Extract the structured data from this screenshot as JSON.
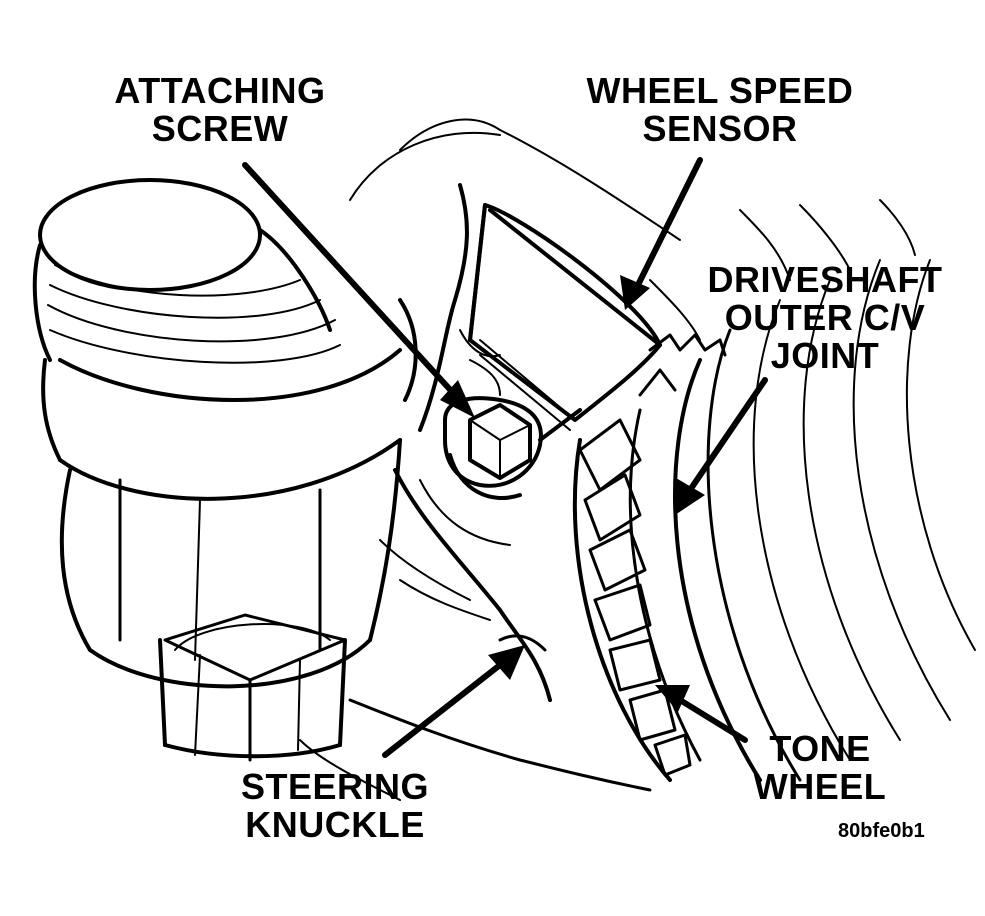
{
  "labels": {
    "attaching_screw": [
      "ATTACHING",
      "SCREW"
    ],
    "wheel_speed_sensor": [
      "WHEEL SPEED",
      "SENSOR"
    ],
    "driveshaft_cv_joint": [
      "DRIVESHAFT",
      "OUTER C/V",
      "JOINT"
    ],
    "steering_knuckle": [
      "STEERING",
      "KNUCKLE"
    ],
    "tone_wheel": [
      "TONE",
      "WHEEL"
    ]
  },
  "figure_code": "80bfe0b1",
  "colors": {
    "ink": "#000000",
    "paper": "#ffffff"
  }
}
